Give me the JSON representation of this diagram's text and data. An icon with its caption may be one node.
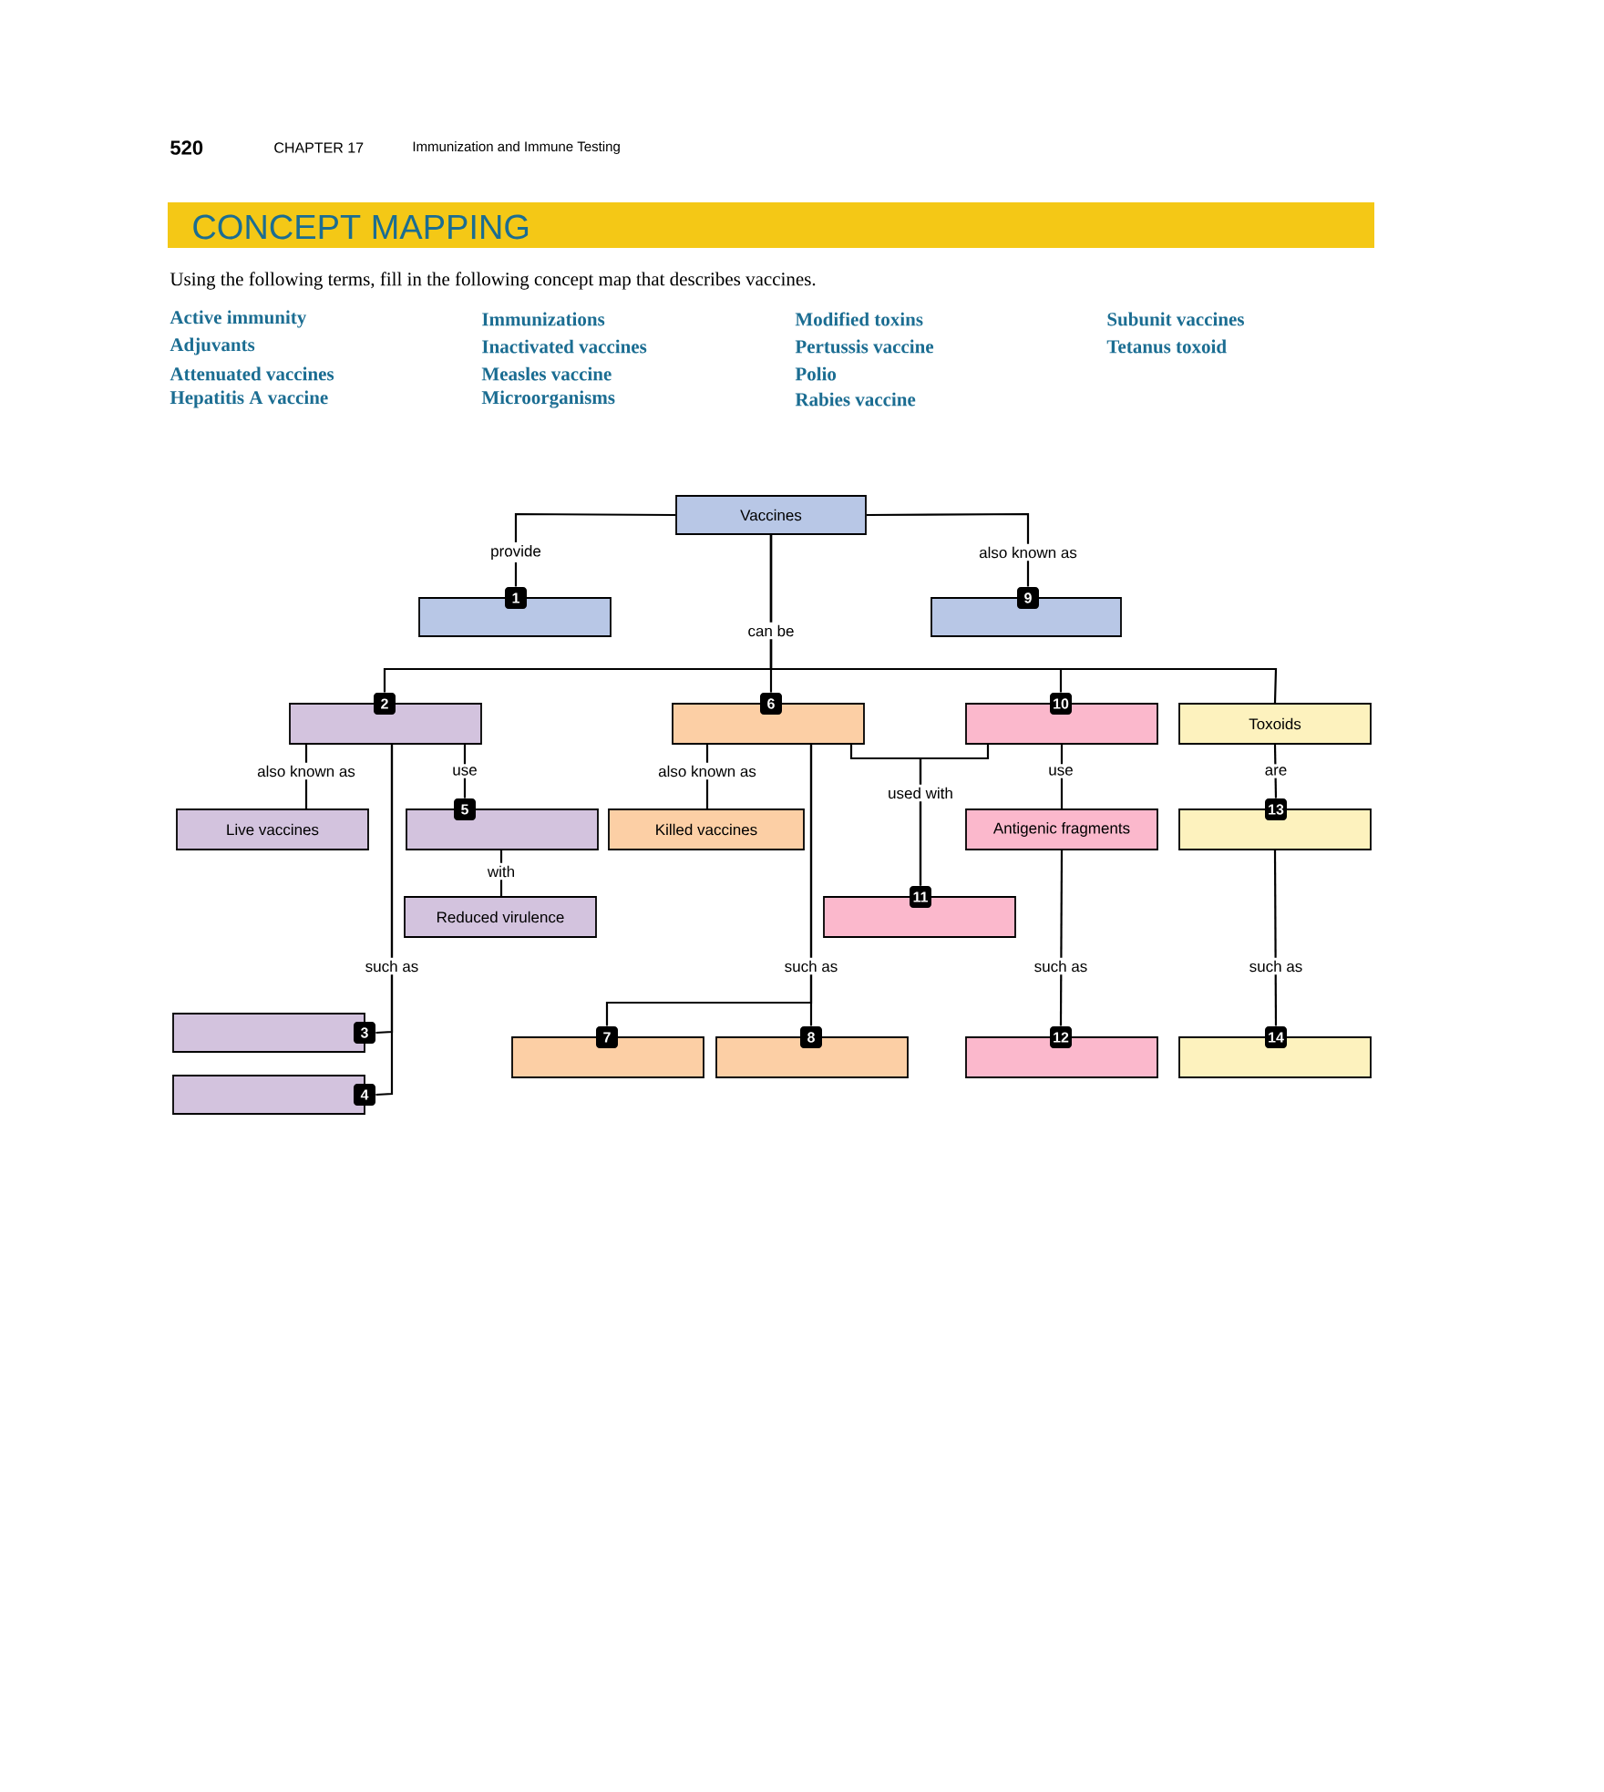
{
  "diagram": {
    "title": "CONCEPT MAPPING",
    "nodes": [
      {
        "text": [
          "Vaccines"
        ]
      },
      {
        "text": [
          "1"
        ]
      },
      {
        "text": [
          "9"
        ]
      },
      {
        "text": [
          "2"
        ]
      },
      {
        "text": [
          "6"
        ]
      },
      {
        "text": [
          "10"
        ]
      },
      {
        "text": [
          "Toxoids"
        ]
      },
      {
        "text": [
          "Live vaccines"
        ]
      },
      {
        "text": [
          "5"
        ]
      },
      {
        "text": [
          "Killed vaccines"
        ]
      },
      {
        "text": [
          "Antigenic fragments"
        ]
      },
      {
        "text": [
          "13"
        ]
      },
      {
        "text": [
          "Reduced virulence"
        ]
      },
      {
        "text": [
          "11"
        ]
      },
      {
        "text": [
          "3"
        ]
      },
      {
        "text": [
          "7"
        ]
      },
      {
        "text": [
          "8"
        ]
      },
      {
        "text": [
          "12"
        ]
      },
      {
        "text": [
          "14"
        ]
      },
      {
        "text": [
          "4"
        ]
      }
    ],
    "edges": [
      {
        "from": 0,
        "to": 1,
        "arrow": "none",
        "label": "provide"
      },
      {
        "from": 0,
        "to": 2,
        "arrow": "none",
        "label": "also known as"
      },
      {
        "from": 0,
        "to": 3,
        "arrow": "none",
        "label": "can be"
      },
      {
        "from": 0,
        "to": 4,
        "arrow": "none"
      },
      {
        "from": 0,
        "to": 5,
        "arrow": "none"
      },
      {
        "from": 0,
        "to": 6,
        "arrow": "none"
      },
      {
        "from": 3,
        "to": 7,
        "arrow": "none",
        "label": "also known as"
      },
      {
        "from": 3,
        "to": 8,
        "arrow": "none",
        "label": "use"
      },
      {
        "from": 3,
        "to": 14,
        "arrow": "none",
        "label": "such as"
      },
      {
        "from": 3,
        "to": 19,
        "arrow": "none"
      },
      {
        "from": 8,
        "to": 12,
        "arrow": "none",
        "label": "with"
      },
      {
        "from": 4,
        "to": 9,
        "arrow": "none",
        "label": "also known as"
      },
      {
        "from": 4,
        "to": 15,
        "arrow": "none",
        "label": "such as"
      },
      {
        "from": 4,
        "to": 16,
        "arrow": "none"
      },
      {
        "from": 4,
        "to": 13,
        "arrow": "none",
        "label": "used with"
      },
      {
        "from": 5,
        "to": 13,
        "arrow": "none"
      },
      {
        "from": 5,
        "to": 10,
        "arrow": "none",
        "label": "use"
      },
      {
        "from": 10,
        "to": 17,
        "arrow": "none",
        "label": "such as"
      },
      {
        "from": 6,
        "to": 11,
        "arrow": "none",
        "label": "are"
      },
      {
        "from": 11,
        "to": 18,
        "arrow": "none",
        "label": "such as"
      }
    ],
    "labels": [
      "520",
      "CHAPTER 17",
      "Immunization and Immune Testing",
      "Using the following terms, fill in the following concept map that describes vaccines.",
      "Active immunity",
      "Immunizations",
      "Modified toxins",
      "Subunit vaccines",
      "Adjuvants",
      "Inactivated vaccines",
      "Pertussis vaccine",
      "Tetanus toxoid",
      "Attenuated vaccines",
      "Measles vaccine",
      "Polio",
      "Hepatitis A vaccine",
      "Microorganisms",
      "Rabies vaccine"
    ]
  }
}
